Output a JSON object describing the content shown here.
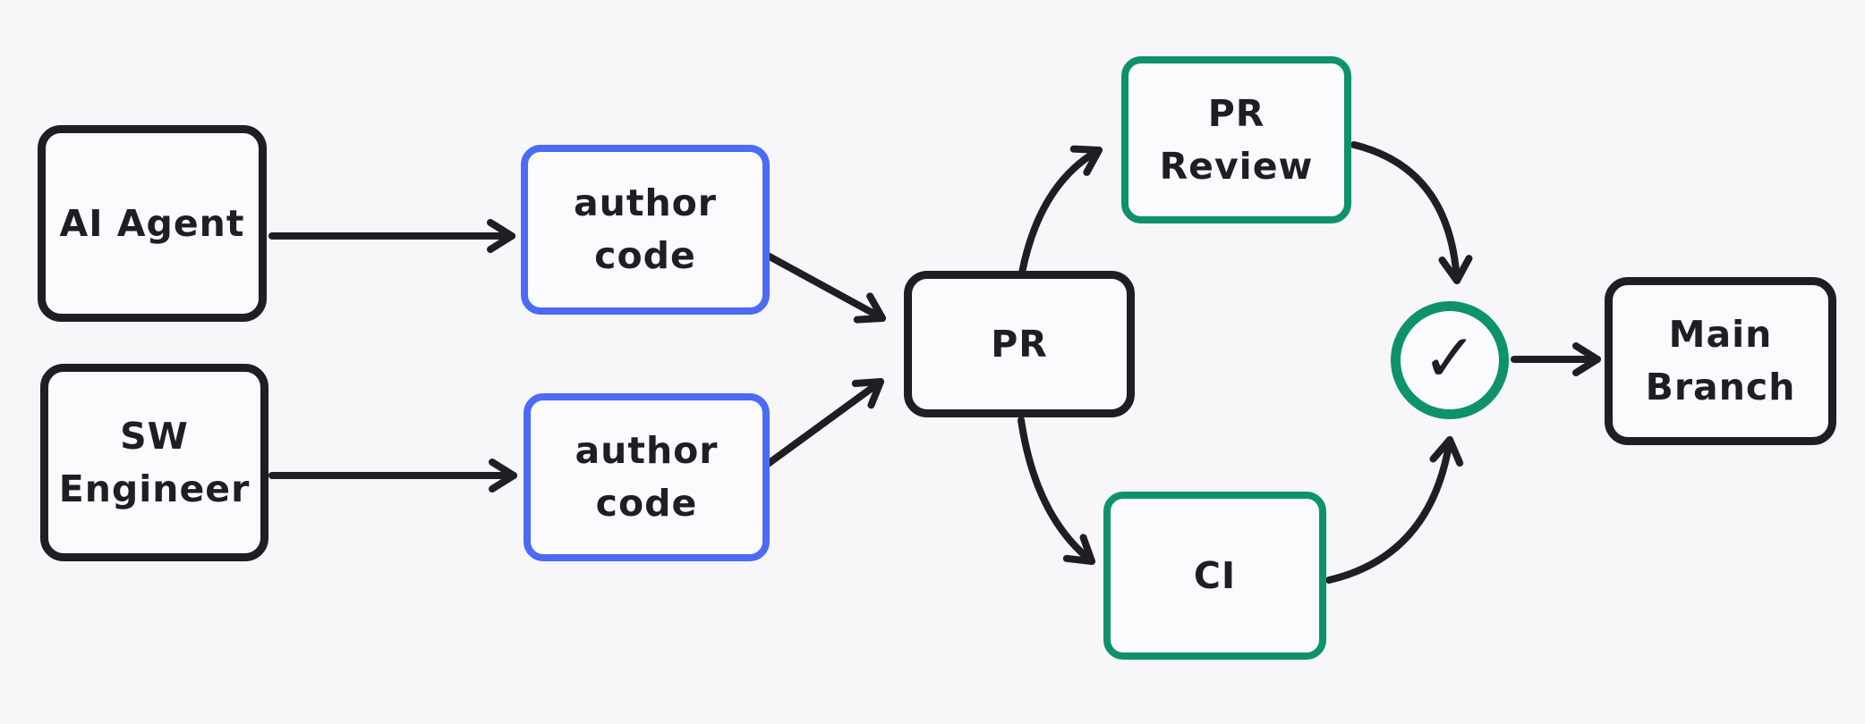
{
  "diagram": {
    "title": "PR workflow diagram",
    "colors": {
      "background": "#f7f7fa",
      "node_fill": "#fbfbfd",
      "stroke_black": "#1e1e23",
      "stroke_blue": "#4c6af5",
      "stroke_green": "#0e9269"
    },
    "nodes": {
      "ai_agent": {
        "label": "AI Agent"
      },
      "sw_engineer": {
        "line1": "SW",
        "line2": "Engineer"
      },
      "author_code_top": {
        "line1": "author",
        "line2": "code"
      },
      "author_code_bottom": {
        "line1": "author",
        "line2": "code"
      },
      "pr": {
        "label": "PR"
      },
      "pr_review": {
        "line1": "PR",
        "line2": "Review"
      },
      "ci": {
        "label": "CI"
      },
      "check": {
        "icon": "✓"
      },
      "main_branch": {
        "line1": "Main",
        "line2": "Branch"
      }
    },
    "edges": [
      {
        "from": "AI Agent",
        "to": "author code (top)"
      },
      {
        "from": "SW Engineer",
        "to": "author code (bottom)"
      },
      {
        "from": "author code (top)",
        "to": "PR"
      },
      {
        "from": "author code (bottom)",
        "to": "PR"
      },
      {
        "from": "PR",
        "to": "PR Review"
      },
      {
        "from": "PR",
        "to": "CI"
      },
      {
        "from": "PR Review",
        "to": "check"
      },
      {
        "from": "CI",
        "to": "check"
      },
      {
        "from": "check",
        "to": "Main Branch"
      }
    ]
  }
}
